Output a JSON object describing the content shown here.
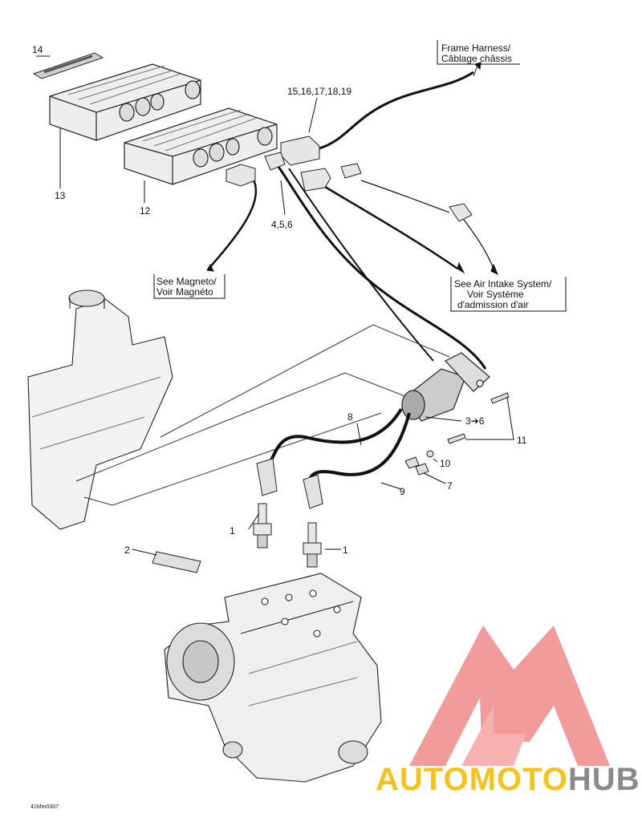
{
  "diagram": {
    "figure_code": "41Mm0307",
    "callouts": {
      "c1a": "1",
      "c1b": "1",
      "c2": "2",
      "c3_6": "3➔6",
      "c4_6": "4,5,6",
      "c7": "7",
      "c8": "8",
      "c9": "9",
      "c10": "10",
      "c11": "11",
      "c12": "12",
      "c13": "13",
      "c14": "14",
      "c15_19": "15,16,17,18,19"
    },
    "references": {
      "frame_harness": {
        "line1": "Frame Harness/",
        "line2": "Câblage châssis"
      },
      "magneto": {
        "line1": "See Magneto/",
        "line2": "Voir Magnéto"
      },
      "air_intake": {
        "line1": "See Air Intake System/",
        "line2": "Voir Système",
        "line3": "d'admission d'air"
      }
    }
  },
  "watermark": {
    "part1": "AUTO",
    "part2": "MOTO",
    "part3": "HUB",
    "colors": {
      "yellow": "#f7c21a",
      "red": "#ec4b4b",
      "gray": "#8a8a8a"
    }
  }
}
